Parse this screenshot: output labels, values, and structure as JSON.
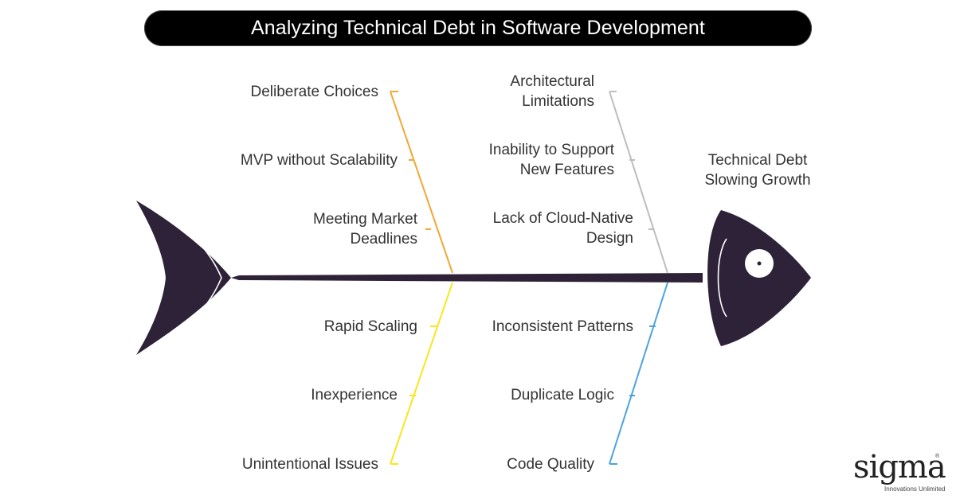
{
  "title": "Analyzing Technical Debt in Software Development",
  "effect": {
    "line1": "Technical Debt",
    "line2": "Slowing Growth"
  },
  "categories": [
    {
      "color": "#F2A735",
      "causes": [
        {
          "line1": "Deliberate Choices"
        },
        {
          "line1": "MVP without Scalability"
        },
        {
          "line1": "Meeting Market",
          "line2": "Deadlines"
        }
      ]
    },
    {
      "color": "#BDBDBD",
      "causes": [
        {
          "line1": "Architectural",
          "line2": "Limitations"
        },
        {
          "line1": "Inability to Support",
          "line2": "New Features"
        },
        {
          "line1": "Lack of Cloud-Native",
          "line2": "Design"
        }
      ]
    },
    {
      "color": "#F8E71C",
      "causes": [
        {
          "line1": "Rapid Scaling"
        },
        {
          "line1": "Inexperience"
        },
        {
          "line1": "Unintentional Issues"
        }
      ]
    },
    {
      "color": "#4BA3E3",
      "causes": [
        {
          "line1": "Inconsistent Patterns"
        },
        {
          "line1": "Duplicate Logic"
        },
        {
          "line1": "Code Quality"
        }
      ]
    }
  ],
  "fish_color": "#2E2238",
  "logo": {
    "word": "sigma",
    "tagline": "Innovations Unlimited",
    "mark": "®"
  }
}
